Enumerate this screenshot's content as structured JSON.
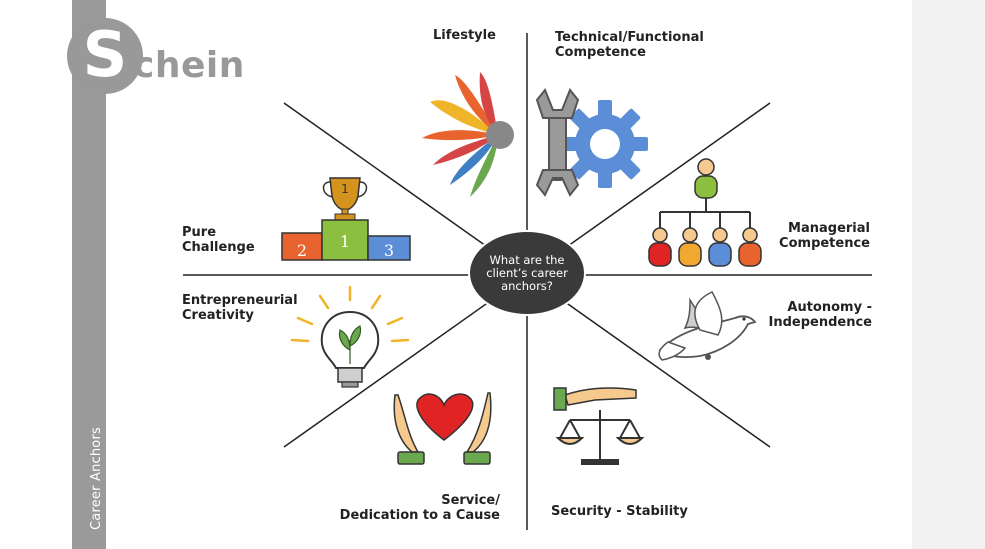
{
  "logo": {
    "initial": "S",
    "rest": "chein"
  },
  "sidebar_title": "Career Anchors",
  "center_question": [
    "What are the",
    "client’s career",
    "anchors?"
  ],
  "anchors": {
    "lifestyle": "Lifestyle",
    "technical_1": "Technical/Functional",
    "technical_2": "Competence",
    "managerial_1": "Managerial",
    "managerial_2": "Competence",
    "autonomy_1": "Autonomy -",
    "autonomy_2": "Independence",
    "security": "Security - Stability",
    "service_1": "Service/",
    "service_2": "Dedication to a Cause",
    "entrepreneurial_1": "Entrepreneurial",
    "entrepreneurial_2": "Creativity",
    "pure_challenge_1": "Pure",
    "pure_challenge_2": "Challenge"
  },
  "podium_numbers": {
    "second": "2",
    "first": "1",
    "third": "3",
    "trophy": "1"
  },
  "colors": {
    "sidebar": "#9a9a9a",
    "logo": "#999999",
    "center_ellipse": "#3a3a3a",
    "gear": "#5b8ed6",
    "heart": "#e02424",
    "hand": "#f6c98e",
    "cuff": "#6aa84f",
    "podium_first": "#8cbf3f",
    "podium_second": "#e8632e",
    "podium_third": "#5b8ed6",
    "trophy": "#d4921e"
  }
}
